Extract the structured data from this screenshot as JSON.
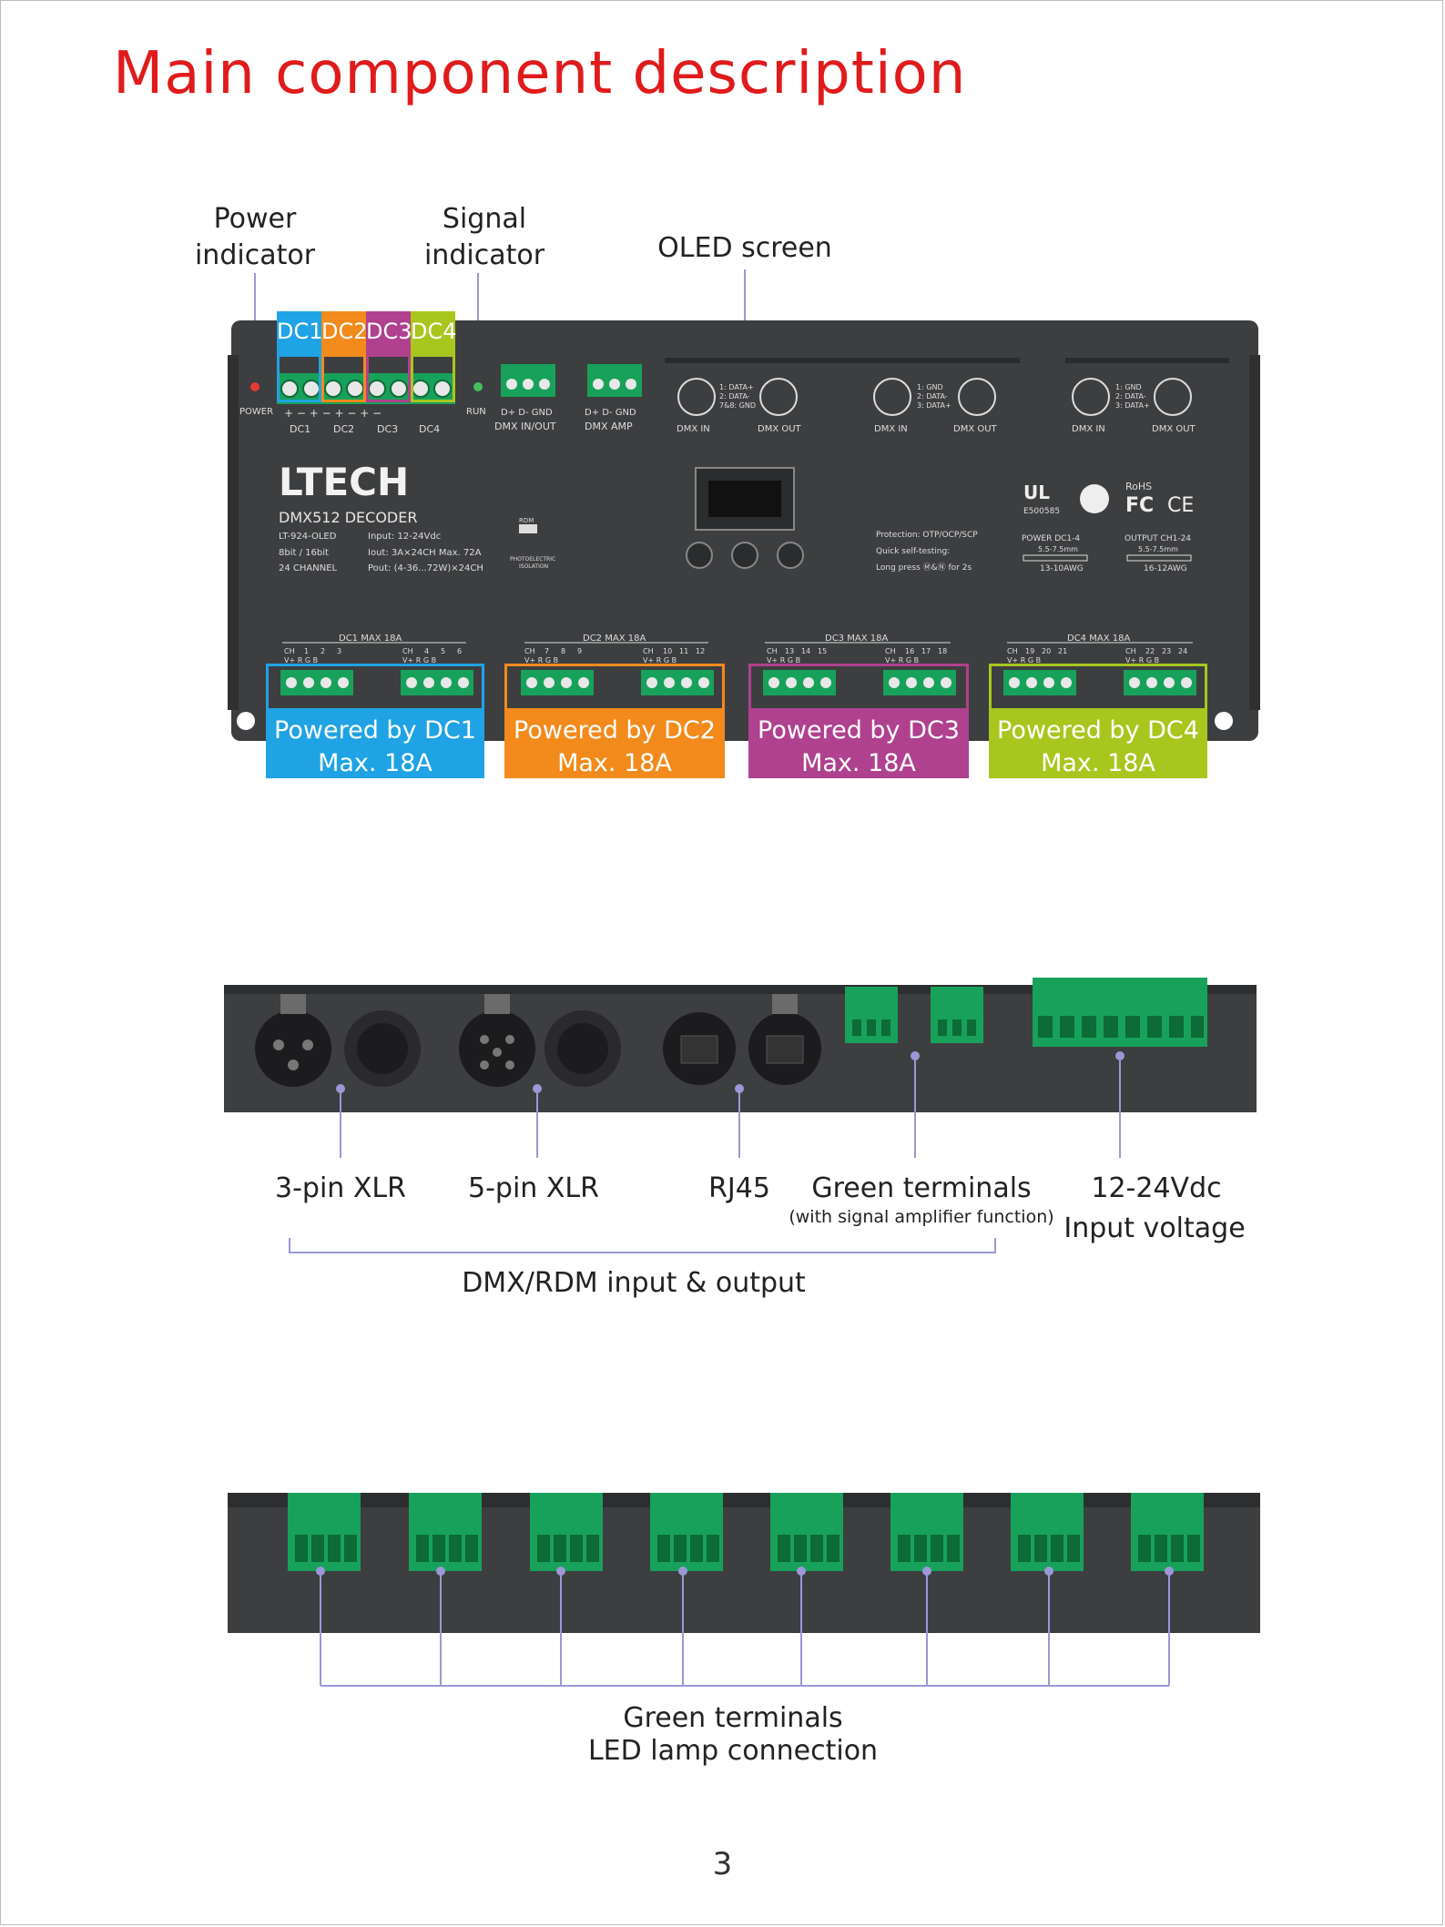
{
  "title": "Main component description",
  "page_number": "3",
  "top_view": {
    "callouts": {
      "power_indicator": [
        "Power",
        "indicator"
      ],
      "signal_indicator": [
        "Signal",
        "indicator"
      ],
      "oled_screen": "OLED screen"
    },
    "dc_tabs": [
      "DC1",
      "DC2",
      "DC3",
      "DC4"
    ],
    "dc_colors": [
      "#1fa3e4",
      "#f28a1c",
      "#b0418f",
      "#a9c61f"
    ],
    "device": {
      "brand": "LTECH",
      "model_name": "DMX512 DECODER",
      "model_no": "LT-924-OLED",
      "spec_lines": [
        "Input: 12-24Vdc",
        "Iout: 3A×24CH   Max. 72A",
        "Pout: (4-36...72W)×24CH"
      ],
      "left_specs": [
        "8bit / 16bit",
        "24 CHANNEL"
      ],
      "power_led_label": "POWER",
      "run_led_label": "RUN",
      "dc_under_labels": [
        "DC1",
        "DC2",
        "DC3",
        "DC4"
      ],
      "dmx_in_out": "DMX IN/OUT",
      "dmx_amp": "DMX AMP",
      "pin_labels": "D+  D-  GND",
      "port_labels": [
        "DMX IN",
        "DMX OUT",
        "DMX IN",
        "DMX OUT",
        "DMX IN",
        "DMX OUT"
      ],
      "rj45_pins": [
        "1: DATA+",
        "2: DATA-",
        "7&8: GND"
      ],
      "xlr5_pins": [
        "1: GND",
        "2: DATA-",
        "3: DATA+"
      ],
      "xlr3_pins": [
        "1: GND",
        "2: DATA-",
        "3: DATA+"
      ],
      "protection": [
        "Protection: OTP/OCP/SCP",
        "Quick self-testing:",
        "Long press Ⓜ&Ⓝ for 2s"
      ],
      "power_spec": [
        "POWER  DC1-4",
        "5.5-7.5mm",
        "13-10AWG"
      ],
      "output_spec": [
        "OUTPUT CH1-24",
        "5.5-7.5mm",
        "16-12AWG"
      ],
      "cert": [
        "E500585",
        "RoHS"
      ],
      "rdm_text": [
        "RDM",
        "PHOTOELECTRIC",
        "ISOLATION"
      ],
      "output_groups": [
        {
          "label": "DC1  MAX 18A",
          "ch_a": [
            "CH",
            "1",
            "2",
            "3"
          ],
          "ch_b": [
            "CH",
            "4",
            "5",
            "6"
          ]
        },
        {
          "label": "DC2  MAX 18A",
          "ch_a": [
            "CH",
            "7",
            "8",
            "9"
          ],
          "ch_b": [
            "CH",
            "10",
            "11",
            "12"
          ]
        },
        {
          "label": "DC3  MAX 18A",
          "ch_a": [
            "CH",
            "13",
            "14",
            "15"
          ],
          "ch_b": [
            "CH",
            "16",
            "17",
            "18"
          ]
        },
        {
          "label": "DC4  MAX 18A",
          "ch_a": [
            "CH",
            "19",
            "20",
            "21"
          ],
          "ch_b": [
            "CH",
            "22",
            "23",
            "24"
          ]
        }
      ],
      "rgb_row": [
        "V+",
        "R",
        "G",
        "B"
      ],
      "pm_row": [
        "+",
        "-"
      ]
    },
    "powered_by": [
      {
        "line1": "Powered by DC1",
        "line2": "Max. 18A"
      },
      {
        "line1": "Powered by DC2",
        "line2": "Max. 18A"
      },
      {
        "line1": "Powered by DC3",
        "line2": "Max. 18A"
      },
      {
        "line1": "Powered by DC4",
        "line2": "Max. 18A"
      }
    ]
  },
  "side_view": {
    "labels": {
      "xlr3": "3-pin XLR",
      "xlr5": "5-pin XLR",
      "rj45": "RJ45",
      "green_terminals": "Green terminals",
      "green_terminals_note": "(with signal amplifier function)",
      "voltage_1": "12-24Vdc",
      "voltage_2": "Input voltage",
      "group": "DMX/RDM input & output"
    }
  },
  "bottom_view": {
    "labels": [
      "Green terminals",
      "LED lamp connection"
    ]
  },
  "colors": {
    "title_red": "#e01b1b",
    "device_body": "#3d3e40",
    "terminal_green": "#18a15a",
    "leader_line": "#9a98d6"
  }
}
